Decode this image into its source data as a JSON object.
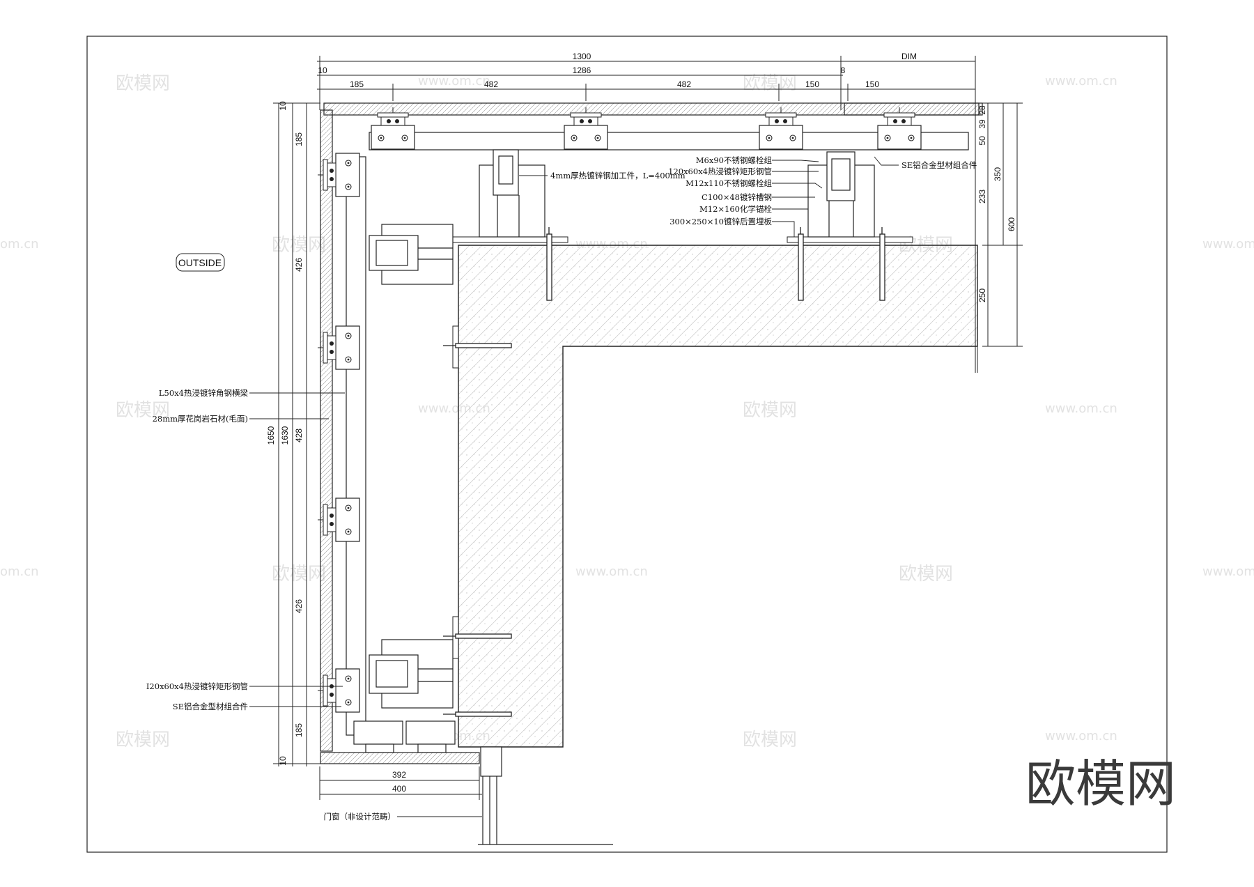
{
  "sheet": {
    "outside_label": "OUTSIDE",
    "watermark_brand": "欧模网",
    "watermark_url": "www.om.cn",
    "watermark_domain": "om.cn"
  },
  "dimensions": {
    "top": {
      "d1300": "1300",
      "dim": "DIM",
      "d10": "10",
      "d1286": "1286",
      "d8": "8",
      "d185": "185",
      "d482a": "482",
      "d482b": "482",
      "d150a": "150",
      "d150b": "150"
    },
    "left": {
      "d10a": "10",
      "d10b": "10",
      "d185a": "185",
      "d426a": "426",
      "d1650": "1650",
      "d1630": "1630",
      "d428": "428",
      "d426b": "426",
      "d185b": "185"
    },
    "right": {
      "d28": "28",
      "d39": "39",
      "d50": "50",
      "d233": "233",
      "d350": "350",
      "d600": "600",
      "d250": "250"
    },
    "bottom": {
      "d392": "392",
      "d400": "400"
    }
  },
  "callouts": {
    "plate_4mm": "4mm厚热镀锌钢加工件，L=400mm",
    "m6_bolt": "M6x90不锈钢螺栓组",
    "tube_top": "120x60x4热浸镀锌矩形钢管",
    "m12_bolt": "M12x110不锈钢螺栓组",
    "channel": "C100×48镀锌槽钢",
    "anchor": "M12×160化学锚栓",
    "embed_plate": "300×250×10镀锌后置埋板",
    "se_top": "SE铝合金型材组合件",
    "angle_beam": "L50x4热浸镀锌角钢横梁",
    "granite": "28mm厚花岗岩石材(毛面)",
    "tube_left": "I20x60x4热浸镀锌矩形钢管",
    "se_left": "SE铝合金型材组合件",
    "door_window": "门窗（非设计范畴）"
  }
}
